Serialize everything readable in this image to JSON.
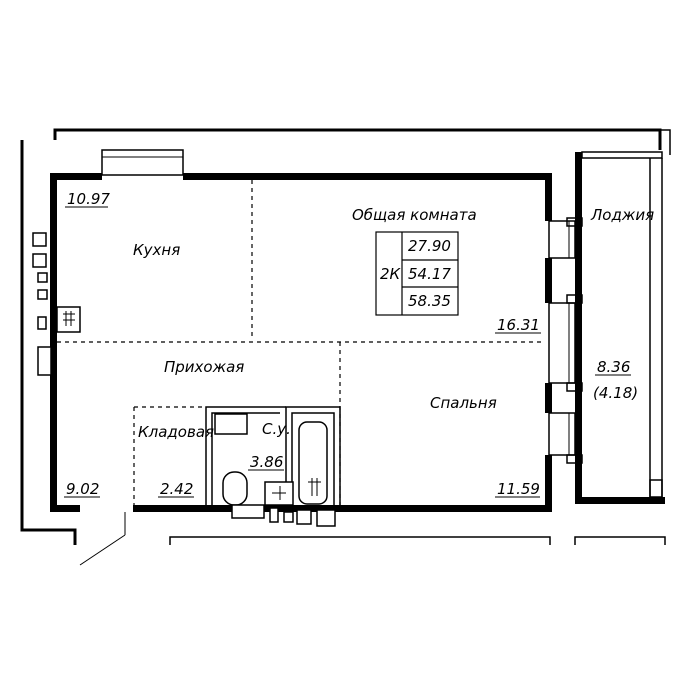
{
  "rooms": {
    "kitchen": {
      "label": "Кухня",
      "area": "10.97"
    },
    "living": {
      "label": "Общая комната",
      "area": "16.31"
    },
    "loggia": {
      "label": "Лоджия",
      "area": "8.36",
      "area_reduced": "(4.18)"
    },
    "hallway": {
      "label": "Прихожая",
      "area": "9.02"
    },
    "storage": {
      "label": "Кладовая",
      "area": "2.42"
    },
    "bathroom": {
      "label": "С.у.",
      "area": "3.86"
    },
    "bedroom": {
      "label": "Спальня",
      "area": "11.59"
    }
  },
  "summary": {
    "type": "2К",
    "living_area": "27.90",
    "total_area": "54.17",
    "total_with_loggia": "58.35"
  }
}
